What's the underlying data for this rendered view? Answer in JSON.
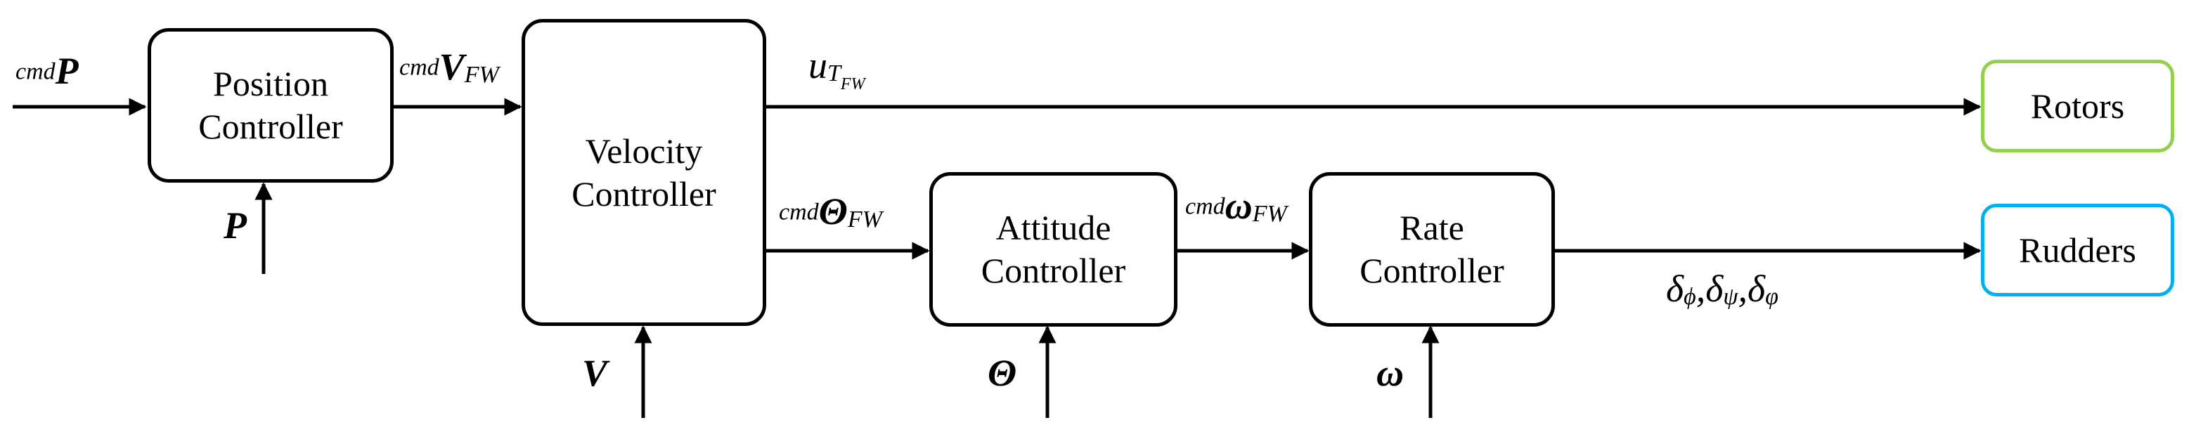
{
  "blocks": {
    "position": {
      "line1": "Position",
      "line2": "Controller"
    },
    "velocity": {
      "line1": "Velocity",
      "line2": "Controller"
    },
    "attitude": {
      "line1": "Attitude",
      "line2": "Controller"
    },
    "rate": {
      "line1": "Rate",
      "line2": "Controller"
    },
    "rotors": "Rotors",
    "rudders": "Rudders"
  },
  "signals": {
    "cmd_p": {
      "sup": "cmd",
      "main": "P"
    },
    "cmd_v": {
      "sup": "cmd",
      "main": "V",
      "sub": "FW"
    },
    "cmd_theta": {
      "sup": "cmd",
      "main": "Θ",
      "sub": "FW"
    },
    "cmd_omega": {
      "sup": "cmd",
      "main": "ω",
      "sub": "FW"
    },
    "u_t": {
      "main": "u",
      "sub": "T",
      "subsub": "FW"
    },
    "deltas": {
      "d1": "δ",
      "s1": "ϕ",
      "d2": "δ",
      "s2": "ψ",
      "d3": "δ",
      "s3": "φ",
      "sep": ","
    },
    "fb_p": "P",
    "fb_v": "V",
    "fb_theta": "Θ",
    "fb_omega": "ω"
  },
  "colors": {
    "rotors_border": "#92D050",
    "rudders_border": "#00B0F0",
    "line": "#000000"
  }
}
